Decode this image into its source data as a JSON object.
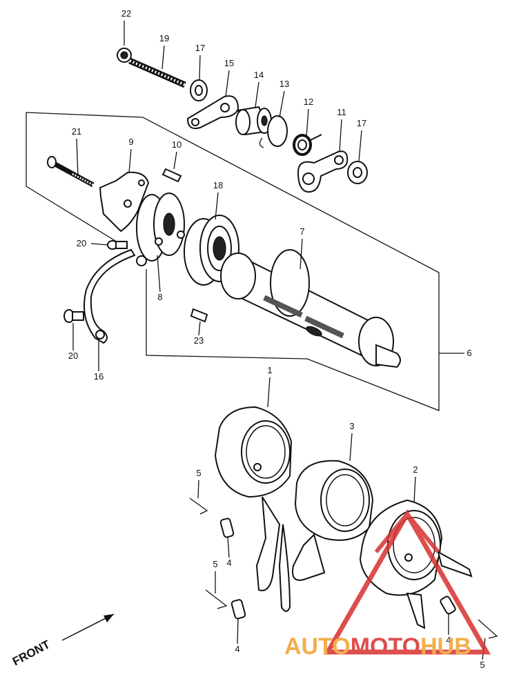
{
  "callouts": [
    "22",
    "19",
    "17",
    "15",
    "14",
    "13",
    "12",
    "11",
    "17",
    "21",
    "9",
    "10",
    "18",
    "20",
    "7",
    "8",
    "20",
    "16",
    "23",
    "6",
    "1",
    "3",
    "2",
    "5",
    "4",
    "5",
    "4",
    "4",
    "5"
  ],
  "front_label": "FRONT",
  "watermark": {
    "part1": "AUTO",
    "part2": "MOTO",
    "part3": "HUB",
    "color_orange": "#f0a030",
    "color_red": "#d83030"
  }
}
